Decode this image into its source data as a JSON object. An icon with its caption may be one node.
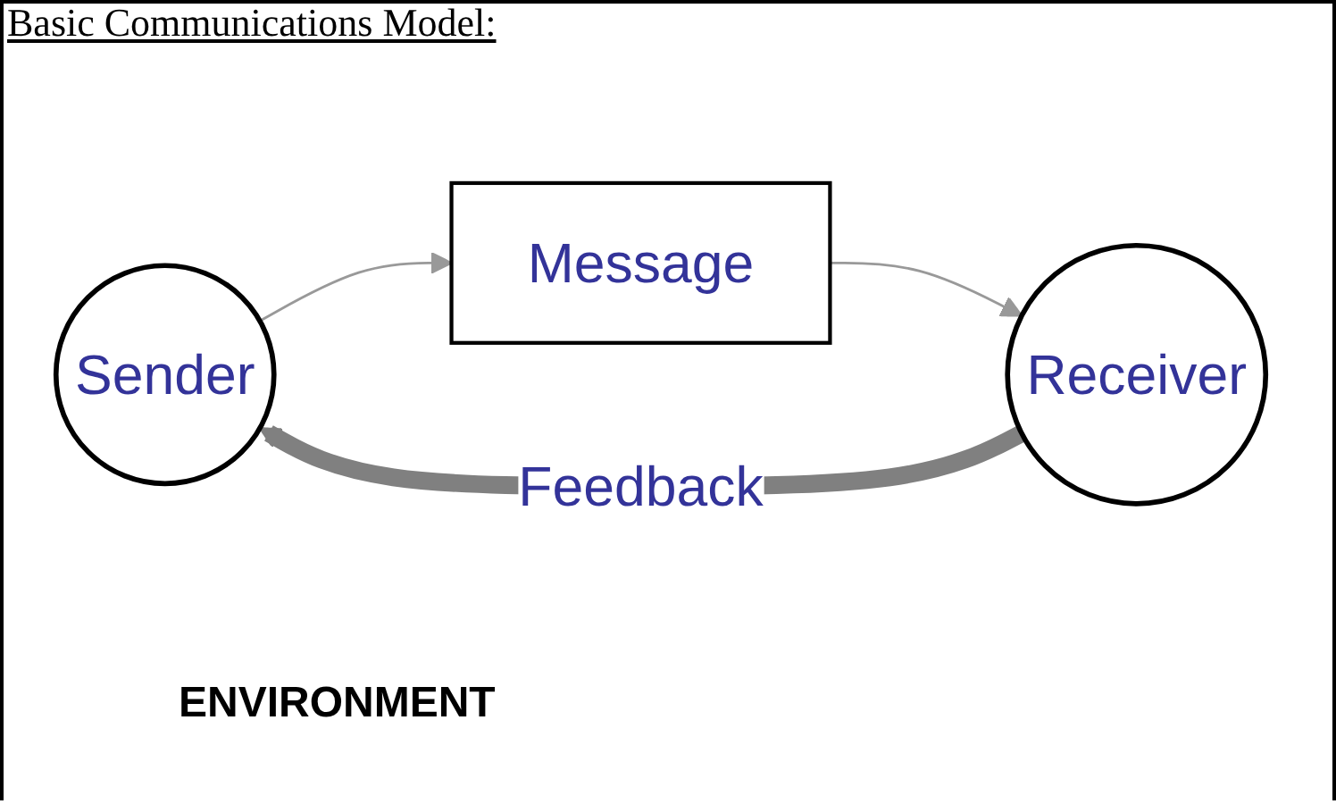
{
  "diagram": {
    "title": "Basic Communications Model:",
    "nodes": [
      {
        "text": [
          "Sender"
        ]
      },
      {
        "text": [
          "Message"
        ]
      },
      {
        "text": [
          "Receiver"
        ]
      }
    ],
    "edges": [
      {
        "from": 0,
        "to": 1,
        "arrow": "to"
      },
      {
        "from": 1,
        "to": 2,
        "arrow": "to"
      },
      {
        "from": 2,
        "to": 0,
        "arrow": "to",
        "label": "Feedback",
        "style": "thick",
        "color": "#808080"
      }
    ],
    "labels": [
      "ENVIRONMENT"
    ]
  }
}
